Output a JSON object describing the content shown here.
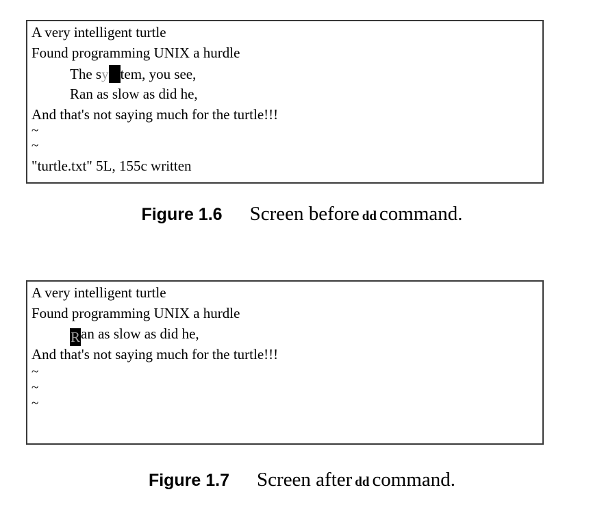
{
  "figure_1_6": {
    "lines": [
      "A very intelligent turtle",
      "Found programming UNIX a hurdle",
      "The sy",
      "tem, you see,",
      "Ran as slow as did he,",
      "And that's not saying much for the turtle!!!",
      "~",
      "~"
    ],
    "status_line": "\"turtle.txt\" 5L, 155c written",
    "caption_label": "Figure 1.6",
    "caption_before": "Screen before",
    "caption_command": "dd",
    "caption_after": "command."
  },
  "figure_1_7": {
    "lines": [
      "A very intelligent turtle",
      "Found programming UNIX a hurdle",
      "R",
      "an as slow as did he,",
      "And that's not saying much for the turtle!!!",
      "~",
      "~",
      "~"
    ],
    "caption_label": "Figure 1.7",
    "caption_before": "Screen after",
    "caption_command": "dd",
    "caption_after": "command."
  }
}
